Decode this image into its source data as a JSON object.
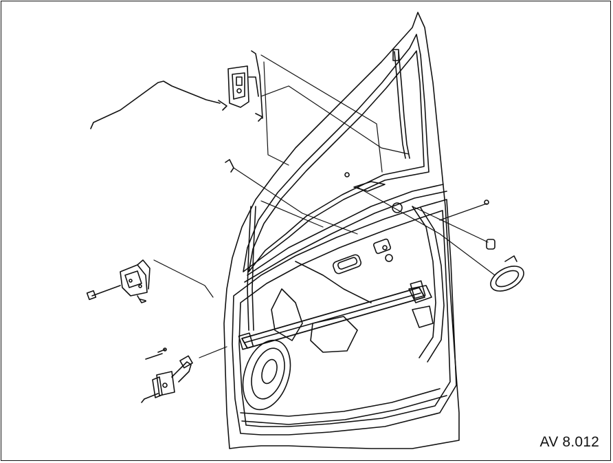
{
  "figure": {
    "code": "AV 8.012"
  },
  "colors": {
    "line": "#111111",
    "background": "#ffffff"
  },
  "parts": [
    "door-shell",
    "window-frame",
    "door-lock",
    "lock-rod",
    "window-regulator",
    "speaker",
    "upper-hinge",
    "lower-hinge",
    "door-check-strap",
    "inner-handle",
    "trim-clips",
    "bolts"
  ]
}
